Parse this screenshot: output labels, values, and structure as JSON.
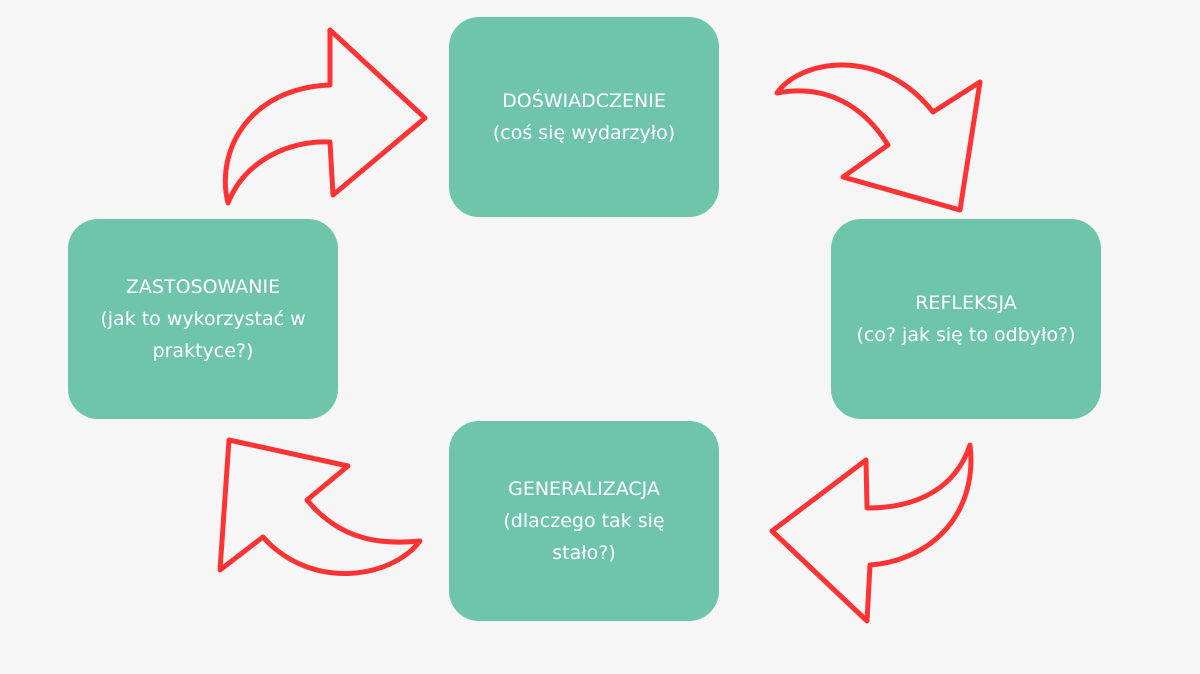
{
  "colors": {
    "background": "#f6f6f6",
    "box": "#6fc4ac",
    "arrow": "#ff3333",
    "text": "#ffffff"
  },
  "stages": [
    {
      "title": "DOŚWIADCZENIE",
      "subtitle": "(coś się wydarzyło)"
    },
    {
      "title": "REFLEKSJA",
      "subtitle": "(co? jak się to odbyło?)"
    },
    {
      "title": "GENERALIZACJA",
      "subtitle": "(dlaczego tak się stało?)"
    },
    {
      "title": "ZASTOSOWANIE",
      "subtitle": "(jak to wykorzystać w praktyce?)"
    }
  ]
}
